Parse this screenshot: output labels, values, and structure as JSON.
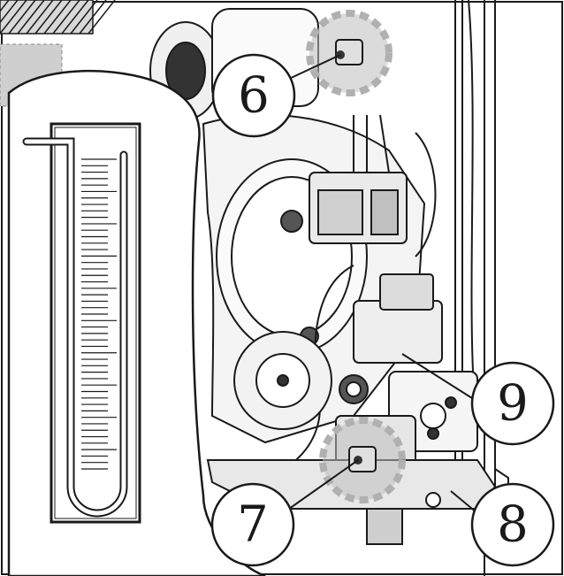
{
  "callouts": [
    {
      "id": "6",
      "label": "6"
    },
    {
      "id": "7",
      "label": "7"
    },
    {
      "id": "8",
      "label": "8"
    },
    {
      "id": "9",
      "label": "9"
    }
  ],
  "colors": {
    "line": "#1a1a1a",
    "fill_light": "#f2f2f2",
    "fill_mid": "#cfcfcf",
    "fill_dark": "#555555",
    "highlight": "#b8b8b8"
  },
  "manometer": {
    "tick_count": 48
  }
}
